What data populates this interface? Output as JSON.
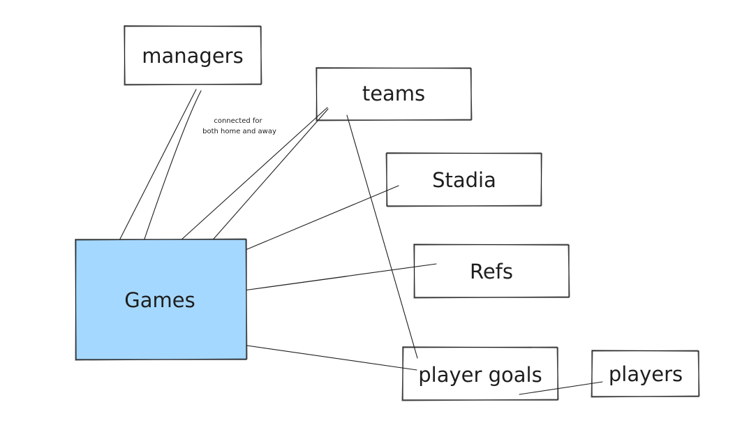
{
  "diagram": {
    "nodes": {
      "managers": {
        "label": "managers"
      },
      "teams": {
        "label": "teams"
      },
      "stadia": {
        "label": "Stadia"
      },
      "games": {
        "label": "Games",
        "fill_color": "#a5d8ff"
      },
      "refs": {
        "label": "Refs"
      },
      "player_goals": {
        "label": "player goals"
      },
      "players": {
        "label": "players"
      }
    },
    "annotation": {
      "line1": "connected for",
      "line2": "both home and away"
    },
    "stroke_color": "#1e1e1e",
    "background_color": "#ffffff"
  }
}
